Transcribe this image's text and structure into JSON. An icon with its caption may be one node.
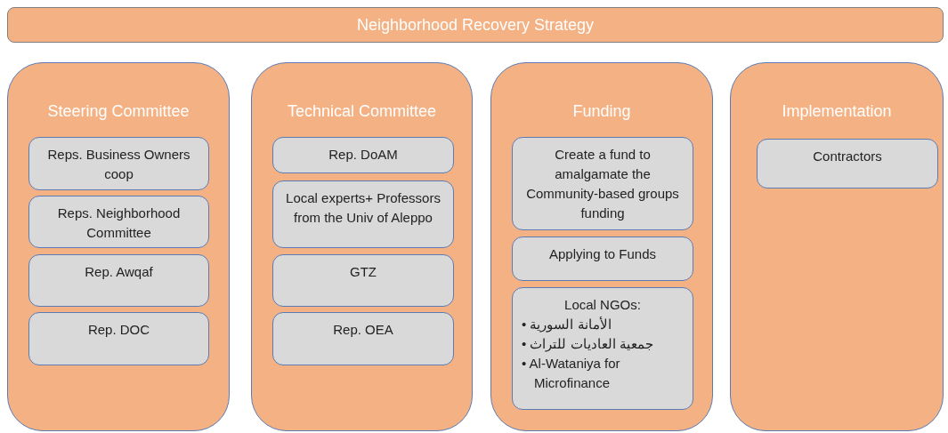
{
  "diagram": {
    "nodes": [
      {
        "text": [
          "Neighborhood Recovery Strategy"
        ]
      },
      {
        "text": [
          "Steering Committee"
        ]
      },
      {
        "text": [
          "Reps. Business Owners coop"
        ],
        "in": 1
      },
      {
        "text": [
          "Reps. Neighborhood Committee"
        ],
        "in": 1
      },
      {
        "text": [
          "Rep. Awqaf"
        ],
        "in": 1
      },
      {
        "text": [
          "Rep. DOC"
        ],
        "in": 1
      },
      {
        "text": [
          "Technical Committee"
        ]
      },
      {
        "text": [
          "Rep. DoAM"
        ],
        "in": 6
      },
      {
        "text": [
          "Local experts+ Professors from the Univ of Aleppo"
        ],
        "in": 6
      },
      {
        "text": [
          "GTZ"
        ],
        "in": 6
      },
      {
        "text": [
          "Rep. OEA"
        ],
        "in": 6
      },
      {
        "text": [
          "Funding"
        ]
      },
      {
        "text": [
          "Create a fund to amalgamate the Community-based groups funding"
        ],
        "in": 11
      },
      {
        "text": [
          "Applying to Funds"
        ],
        "in": 11
      },
      {
        "text": [
          "Local NGOs:",
          "• الأمانة السورية",
          "• جمعية العاديات للتراث",
          "• Al-Wataniya for Microfinance"
        ],
        "in": 11
      },
      {
        "text": [
          "Implementation"
        ]
      },
      {
        "text": [
          "Contractors"
        ],
        "in": 15
      }
    ],
    "edges": []
  }
}
